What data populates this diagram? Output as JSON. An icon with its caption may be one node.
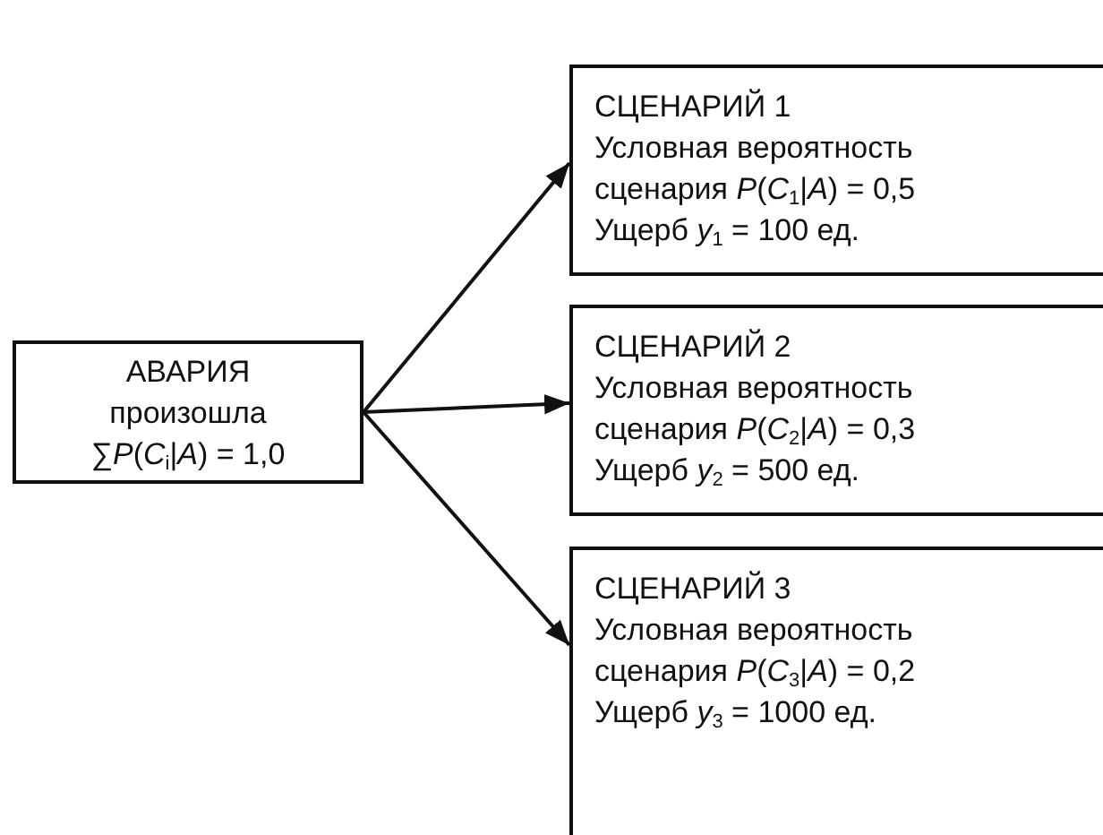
{
  "diagram": {
    "nodes": [
      {
        "text": [
          "АВАРИЯ произошла",
          "∑*P*(*C*$_{i}$|*A*) = 1,0"
        ]
      },
      {
        "text": [
          "СЦЕНАРИЙ 1",
          "Условная вероятность сценария *P*(*C*$_{1}$|*A*) = 0,5",
          "Ущерб *y*$_{1}$ = 100 ед."
        ]
      },
      {
        "text": [
          "СЦЕНАРИЙ 2",
          "Условная вероятность сценария *P*(*C*$_{2}$|*A*) = 0,3",
          "Ущерб *y*$_{2}$ = 500 ед."
        ]
      },
      {
        "text": [
          "СЦЕНАРИЙ 3",
          "Условная вероятность сценария *P*(*C*$_{3}$|*A*) = 0,2",
          "Ущерб *y*$_{3}$ = 1000 ед."
        ]
      }
    ],
    "edges": [
      {
        "from": 0,
        "to": 1,
        "arrow": "to"
      },
      {
        "from": 0,
        "to": 2,
        "arrow": "to"
      },
      {
        "from": 0,
        "to": 3,
        "arrow": "to"
      }
    ]
  }
}
